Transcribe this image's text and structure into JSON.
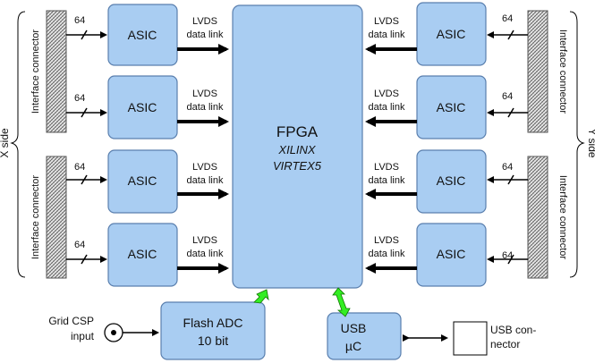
{
  "fpga": {
    "title": "FPGA",
    "vendor": "XILINX",
    "family": "VIRTEX5"
  },
  "asic_label": "ASIC",
  "bus_width": "64",
  "link_line1": "LVDS",
  "link_line2": "data link",
  "interface_connector": "Interface connector",
  "x_side": "X side",
  "y_side": "Y side",
  "adc": {
    "line1": "Flash ADC",
    "line2": "10 bit"
  },
  "grid_input": {
    "line1": "Grid CSP",
    "line2": "input"
  },
  "usb_uc": {
    "line1": "USB",
    "line2": "µC"
  },
  "usb_connector": {
    "line1": "USB con-",
    "line2": "nector"
  },
  "colors": {
    "block_fill": "#a9cdf2",
    "block_stroke": "#5a7fae",
    "usb_link_arrow": "#33ee22"
  }
}
